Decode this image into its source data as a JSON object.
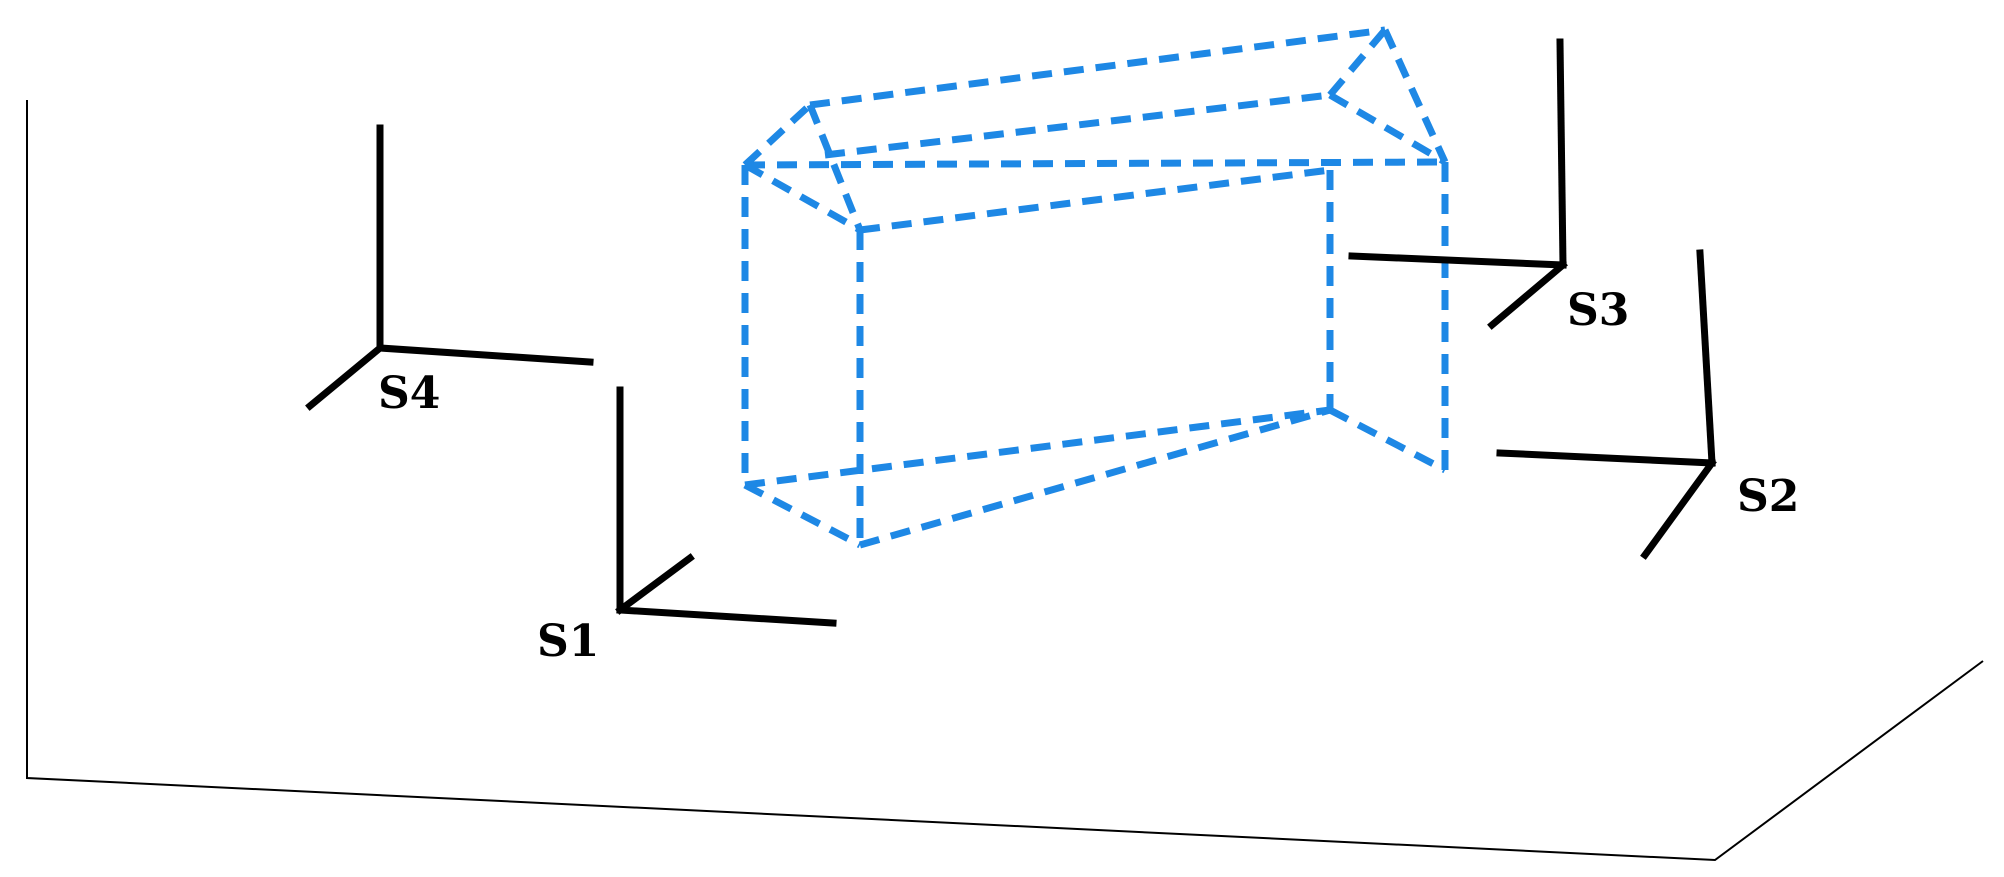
{
  "diagram": {
    "sensors": [
      {
        "id": "S1",
        "label": "S1"
      },
      {
        "id": "S2",
        "label": "S2"
      },
      {
        "id": "S3",
        "label": "S3"
      },
      {
        "id": "S4",
        "label": "S4"
      }
    ],
    "colors": {
      "building": "#1e88e5",
      "axes": "#000000",
      "background": "#ffffff"
    }
  }
}
